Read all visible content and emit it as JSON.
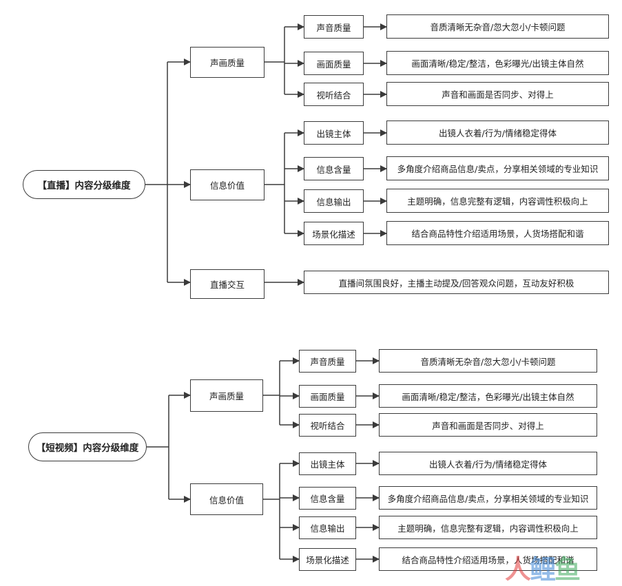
{
  "trees": [
    {
      "root": "【直播】内容分级维度",
      "branches": [
        {
          "label": "声画质量",
          "children": [
            {
              "label": "声音质量",
              "desc": "音质清晰无杂音/忽大忽小/卡顿问题"
            },
            {
              "label": "画面质量",
              "desc": "画面清晰/稳定/整洁，色彩曝光/出镜主体自然"
            },
            {
              "label": "视听结合",
              "desc": "声音和画面是否同步、对得上"
            }
          ]
        },
        {
          "label": "信息价值",
          "children": [
            {
              "label": "出镜主体",
              "desc": "出镜人衣着/行为/情绪稳定得体"
            },
            {
              "label": "信息含量",
              "desc": "多角度介绍商品信息/卖点，分享相关领域的专业知识"
            },
            {
              "label": "信息输出",
              "desc": "主题明确，信息完整有逻辑，内容调性积极向上"
            },
            {
              "label": "场景化描述",
              "desc": "结合商品特性介绍适用场景，人货场搭配和谐"
            }
          ]
        },
        {
          "label": "直播交互",
          "desc": "直播间氛围良好，主播主动提及/回答观众问题，互动友好积极"
        }
      ]
    },
    {
      "root": "【短视频】内容分级维度",
      "branches": [
        {
          "label": "声画质量",
          "children": [
            {
              "label": "声音质量",
              "desc": "音质清晰无杂音/忽大忽小/卡顿问题"
            },
            {
              "label": "画面质量",
              "desc": "画面清晰/稳定/整洁，色彩曝光/出镜主体自然"
            },
            {
              "label": "视听结合",
              "desc": "声音和画面是否同步、对得上"
            }
          ]
        },
        {
          "label": "信息价值",
          "children": [
            {
              "label": "出镜主体",
              "desc": "出镜人衣着/行为/情绪稳定得体"
            },
            {
              "label": "信息含量",
              "desc": "多角度介绍商品信息/卖点，分享相关领域的专业知识"
            },
            {
              "label": "信息输出",
              "desc": "主题明确，信息完整有逻辑，内容调性积极向上"
            },
            {
              "label": "场景化描述",
              "desc": "结合商品特性介绍适用场景，人货场搭配和谐"
            }
          ]
        }
      ]
    }
  ],
  "watermark": {
    "chars": [
      "人",
      "鲤",
      "鱼"
    ]
  },
  "colors": {
    "stroke": "#3a3a3a",
    "watermark_red": "#e23b3b",
    "watermark_blue": "#3d86d6",
    "watermark_green": "#3ba85a"
  }
}
